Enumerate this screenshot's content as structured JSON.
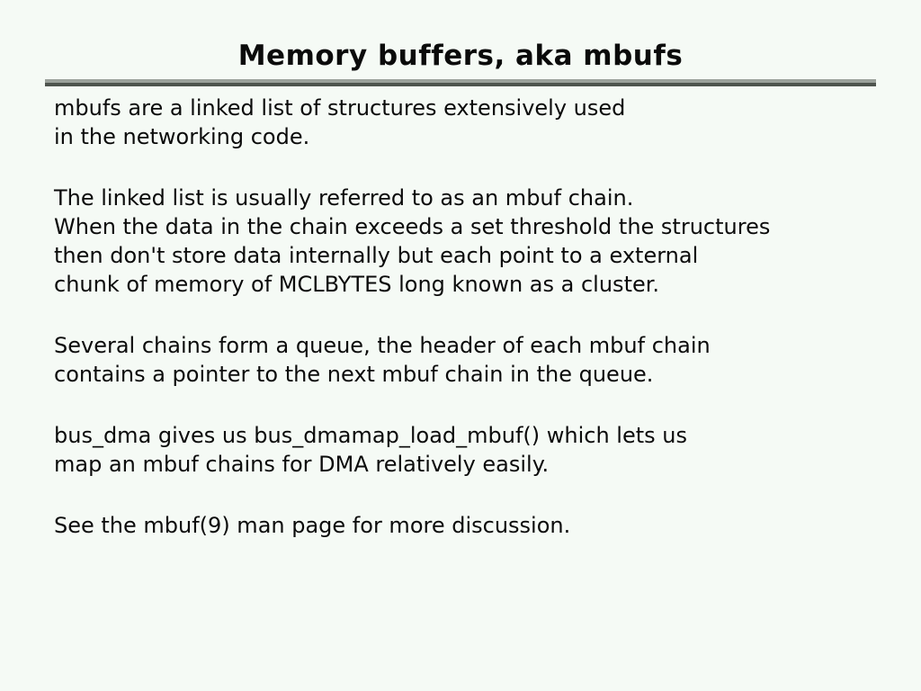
{
  "slide": {
    "title": "Memory buffers, aka mbufs",
    "paragraphs": [
      {
        "lines": [
          "mbufs are a linked list of structures extensively used",
          "in the networking code."
        ]
      },
      {
        "lines": [
          "The linked list is usually referred to as an mbuf chain.",
          "When the data in the chain exceeds a set threshold the structures",
          "then don't store data internally but each point to a external",
          "chunk of memory of MCLBYTES long known as a cluster."
        ]
      },
      {
        "lines": [
          "Several chains form a queue, the header of each mbuf chain",
          "contains a pointer to the next mbuf chain in the queue."
        ]
      },
      {
        "lines": [
          "bus_dma gives us bus_dmamap_load_mbuf() which lets us",
          "map an mbuf chains for DMA relatively easily."
        ]
      },
      {
        "lines": [
          "See the mbuf(9) man page for more discussion."
        ]
      }
    ]
  },
  "colors": {
    "background": "#f5faf5",
    "text": "#0b0b0b",
    "rule_top": "#9ba19b",
    "rule_bottom": "#4e544e"
  }
}
